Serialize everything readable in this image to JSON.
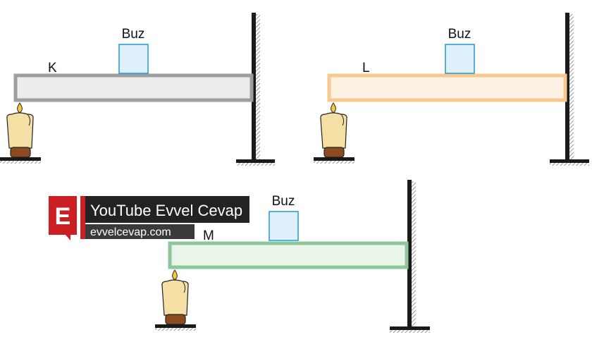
{
  "setups": [
    {
      "rod_label": "K",
      "ice_label": "Buz",
      "rod_stroke": "#9e9e9e",
      "rod_fill": "#ececec"
    },
    {
      "rod_label": "L",
      "ice_label": "Buz",
      "rod_stroke": "#f7c98e",
      "rod_fill": "#fdf1e4"
    },
    {
      "rod_label": "M",
      "ice_label": "Buz",
      "rod_stroke": "#8cc79a",
      "rod_fill": "#eaf5ea"
    }
  ],
  "watermark": {
    "letter": "E",
    "title": "YouTube Evvel Cevap",
    "url": "evvelcevap.com",
    "accent": "#cc1f24"
  },
  "colors": {
    "ice_fill": "#dff0fc",
    "ice_stroke": "#1c9ad6",
    "support": "#1a1a1a",
    "candle_wax": "#f4e0a4",
    "candle_holder": "#8b4a1f",
    "flame": "#f6c83c"
  }
}
